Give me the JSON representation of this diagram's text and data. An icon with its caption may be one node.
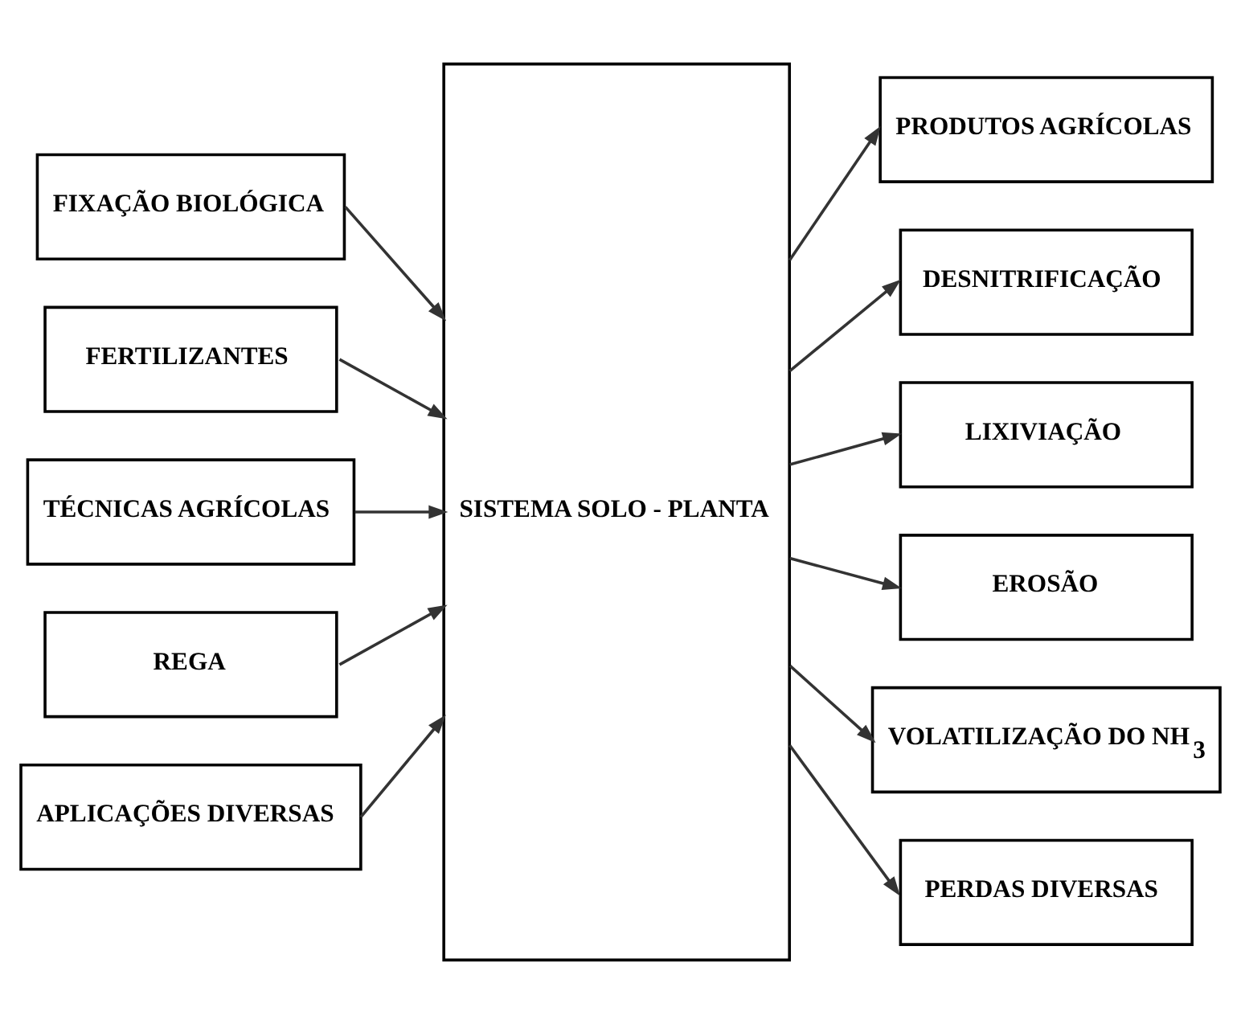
{
  "diagram": {
    "nodes": [
      {
        "text": [
          "FIXAÇÃO BIOLÓGICA"
        ]
      },
      {
        "text": [
          "FERTILIZANTES"
        ]
      },
      {
        "text": [
          "TÉCNICAS AGRÍCOLAS"
        ]
      },
      {
        "text": [
          "REGA"
        ]
      },
      {
        "text": [
          "APLICAÇÕES DIVERSAS"
        ]
      },
      {
        "text": [
          "SISTEMA SOLO - PLANTA"
        ]
      },
      {
        "text": [
          "PRODUTOS AGRÍCOLAS"
        ]
      },
      {
        "text": [
          "DESNITRIFICAÇÃO"
        ]
      },
      {
        "text": [
          "LIXIVIAÇÃO"
        ]
      },
      {
        "text": [
          "EROSÃO"
        ]
      },
      {
        "text": [
          "VOLATILIZAÇÃO DO NH$_{3}$"
        ]
      },
      {
        "text": [
          "PERDAS DIVERSAS"
        ]
      }
    ],
    "edges": [
      {
        "from": 0,
        "to": 5,
        "arrow": "to"
      },
      {
        "from": 1,
        "to": 5,
        "arrow": "to"
      },
      {
        "from": 2,
        "to": 5,
        "arrow": "to"
      },
      {
        "from": 3,
        "to": 5,
        "arrow": "to"
      },
      {
        "from": 4,
        "to": 5,
        "arrow": "to"
      },
      {
        "from": 5,
        "to": 6,
        "arrow": "to"
      },
      {
        "from": 5,
        "to": 7,
        "arrow": "to"
      },
      {
        "from": 5,
        "to": 8,
        "arrow": "to"
      },
      {
        "from": 5,
        "to": 9,
        "arrow": "to"
      },
      {
        "from": 5,
        "to": 10,
        "arrow": "to"
      },
      {
        "from": 5,
        "to": 11,
        "arrow": "to"
      }
    ]
  }
}
